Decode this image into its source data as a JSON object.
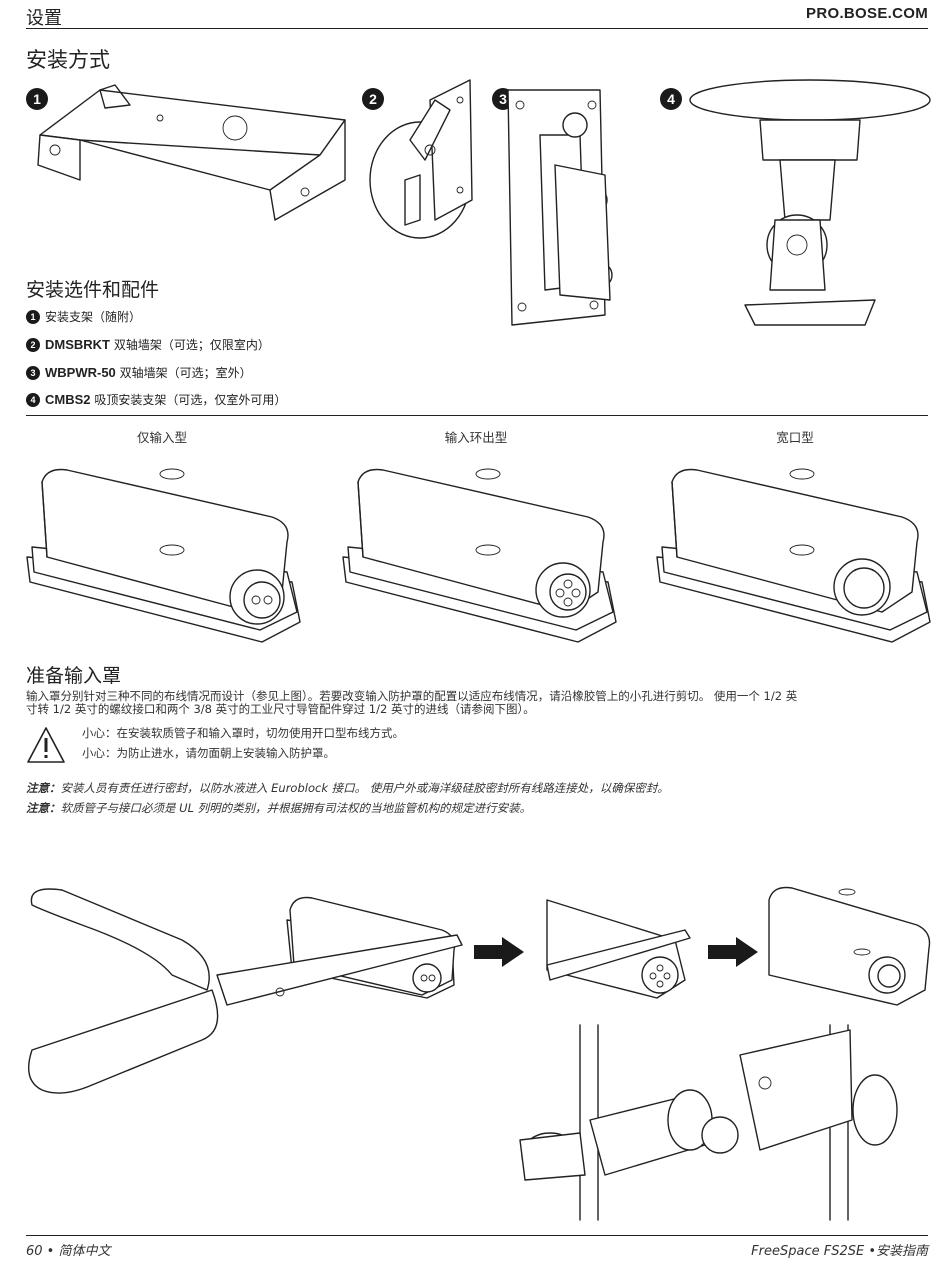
{
  "header": {
    "section": "设置",
    "site": "PRO.BOSE.COM"
  },
  "mounting": {
    "title": "安装方式",
    "callouts": [
      "1",
      "2",
      "3",
      "4"
    ]
  },
  "accessories": {
    "title": "安装选件和配件",
    "items": [
      {
        "num": "1",
        "model": "",
        "desc": "安装支架（随附）"
      },
      {
        "num": "2",
        "model": "DMSBRKT",
        "desc": "双轴墙架（可选；仅限室内）"
      },
      {
        "num": "3",
        "model": "WBPWR-50",
        "desc": "双轴墙架（可选；室外）"
      },
      {
        "num": "4",
        "model": "CMBS2",
        "desc": "吸顶安装支架（可选，仅室外可用）"
      }
    ]
  },
  "covers": {
    "captions": [
      "仅输入型",
      "输入环出型",
      "宽口型"
    ]
  },
  "prepare": {
    "title": "准备输入罩",
    "paragraph": "输入罩分别针对三种不同的布线情况而设计（参见上图）。若要改变输入防护罩的配置以适应布线情况，请沿橡胶管上的小孔进行剪切。 使用一个 1/2 英寸转 1/2 英寸的螺纹接口和两个 3/8 英寸的工业尺寸导管配件穿过 1/2 英寸的进线（请参阅下图）。",
    "paragraph_line1": "输入罩分别针对三种不同的布线情况而设计（参见上图）。若要改变输入防护罩的配置以适应布线情况，请沿橡胶管上的小孔进行剪切。 使用一个 1/2 英",
    "paragraph_line2": "寸转 1/2 英寸的螺纹接口和两个 3/8 英寸的工业尺寸导管配件穿过 1/2 英寸的进线（请参阅下图）。",
    "cautions": [
      {
        "label": "小心：",
        "text": "在安装软质管子和输入罩时，切勿使用开口型布线方式。"
      },
      {
        "label": "小心：",
        "text": "为防止进水，请勿面朝上安装输入防护罩。"
      }
    ],
    "notes": [
      {
        "label": "注意：",
        "text": "安装人员有责任进行密封，以防水液进入 Euroblock 接口。 使用户外或海洋级硅胶密封所有线路连接处，以确保密封。"
      },
      {
        "label": "注意：",
        "text": "软质管子与接口必须是 UL 列明的类别，并根据拥有司法权的当地监管机构的规定进行安装。"
      }
    ]
  },
  "footer": {
    "page": "60 • 简体中文",
    "doc": "FreeSpace FS2SE •安装指南"
  }
}
